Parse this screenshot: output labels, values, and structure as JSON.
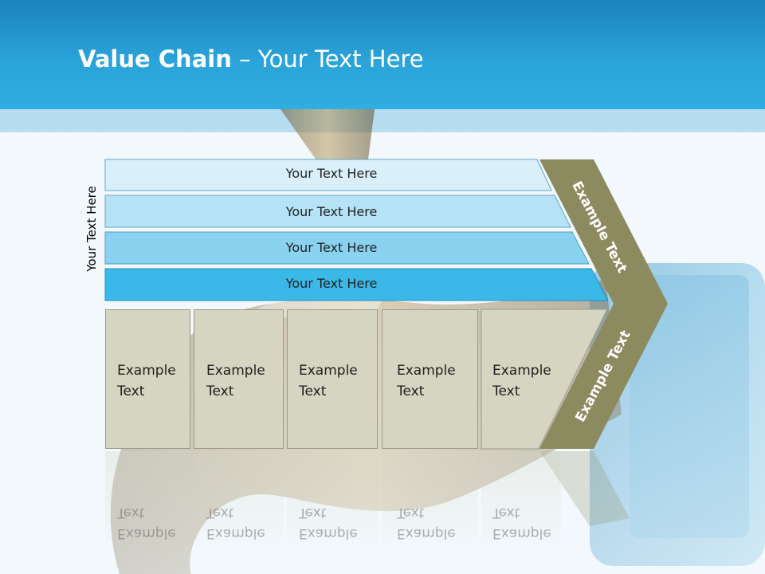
{
  "header": {
    "title_bold": "Value Chain",
    "title_rest": " – Your Text Here"
  },
  "side_label": "Your Text Here",
  "rows": [
    {
      "label": "Your Text Here",
      "color": "#d9f0fa"
    },
    {
      "label": "Your Text Here",
      "color": "#b5e3f5"
    },
    {
      "label": "Your Text Here",
      "color": "#8ad3f0"
    },
    {
      "label": "Your Text Here",
      "color": "#3ab8e8"
    }
  ],
  "boxes": [
    {
      "text": "Example\nText"
    },
    {
      "text": "Example\nText"
    },
    {
      "text": "Example\nText"
    },
    {
      "text": "Example\nText"
    },
    {
      "text": "Example\nText"
    }
  ],
  "chevron": {
    "upper_label": "Example Text",
    "lower_label": "Example Text",
    "color": "#8c8a5f"
  }
}
